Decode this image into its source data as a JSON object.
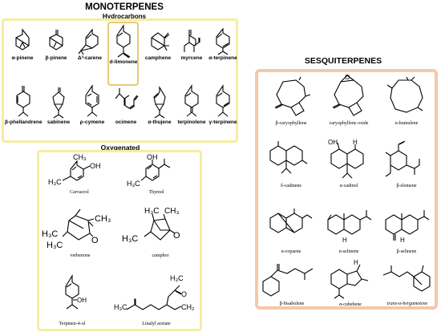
{
  "headings": {
    "monoterpenes": "MONOTERPENES",
    "hydrocarbons": "Hydrocarbons",
    "oxygenated": "Oxygenated",
    "sesquiterpenes": "SESQUITERPENES"
  },
  "monoterpenes": {
    "row1": [
      "α-pinene",
      "β-pinene",
      "Δ³-carene",
      "d-limonene",
      "camphene",
      "myrcene",
      "α-terpinene"
    ],
    "row2": [
      "β-phellandrene",
      "sabinene",
      "ρ-cymene",
      "ocimene",
      "α-thujene",
      "terpinolene",
      "γ-terpinene"
    ],
    "highlighted": "d-limonene"
  },
  "oxygenated": {
    "compounds": [
      "Carvacrol",
      "Thymol",
      "verbenone",
      "camphor",
      "Terpinen-4-ol",
      "Linalyl acetate"
    ],
    "atom_labels": {
      "ch3": "CH₃",
      "oh": "OH",
      "h3c": "H₃C",
      "o": "O",
      "ch2": "CH₂",
      "ac": "H₃C"
    }
  },
  "sesquiterpenes": {
    "compounds": [
      "β-caryophyllene",
      "caryophyllene oxide",
      "α-humulene",
      "δ-cadinene",
      "α-cadinol",
      "β-elemene",
      "α-copaene",
      "α-selinene",
      "β-selinene",
      "β-bisabolene",
      "α-cubebene",
      "trans-α-bergamotene"
    ],
    "atom_labels": {
      "h": "H",
      "oh": "OH",
      "o": "O"
    }
  }
}
